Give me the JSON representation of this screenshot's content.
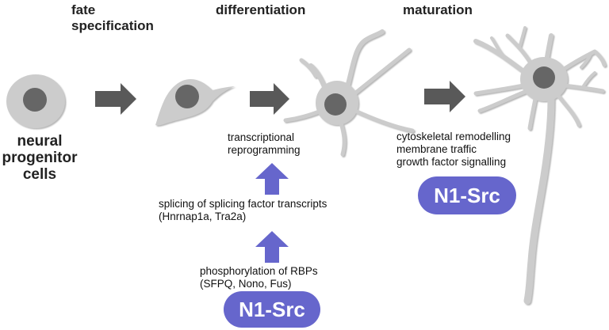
{
  "stages": {
    "fate_line1": "fate",
    "fate_line2": "specification",
    "differentiation": "differentiation",
    "maturation": "maturation"
  },
  "cells": {
    "progenitor_line1": "neural",
    "progenitor_line2": "progenitor",
    "progenitor_line3": "cells"
  },
  "processes": {
    "transcriptional_line1": "transcriptional",
    "transcriptional_line2": "reprogramming",
    "splicing_line1": "splicing of splicing factor transcripts",
    "splicing_line2": "(Hnrnap1a, Tra2a)",
    "phospho_line1": "phosphorylation of RBPs",
    "phospho_line2": "(SFPQ, Nono, Fus)",
    "maturation_line1": "cytoskeletal remodelling",
    "maturation_line2": "membrane traffic",
    "maturation_line3": "growth factor signalling"
  },
  "badges": {
    "bottom": "N1-Src",
    "right": "N1-Src"
  },
  "colors": {
    "cell_body": "#cccccc",
    "nucleus": "#666666",
    "arrow_gray": "#595959",
    "accent_purple": "#6666cc"
  }
}
